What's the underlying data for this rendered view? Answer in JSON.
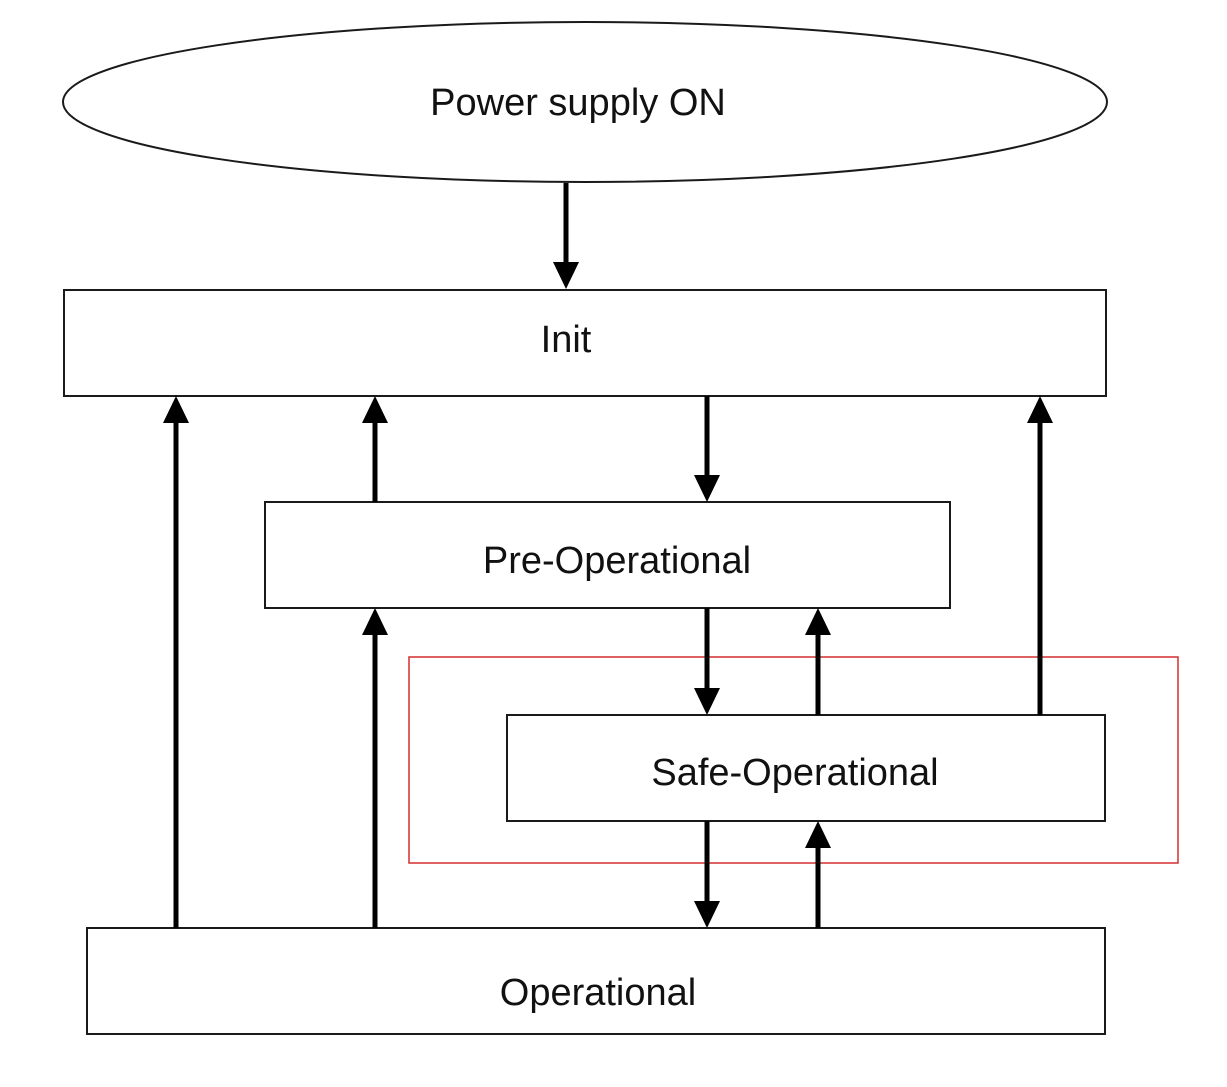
{
  "diagram": {
    "nodes": {
      "power_on": {
        "label": "Power supply ON"
      },
      "init": {
        "label": "Init"
      },
      "pre_operational": {
        "label": "Pre-Operational"
      },
      "safe_operational": {
        "label": "Safe-Operational"
      },
      "operational": {
        "label": "Operational"
      }
    },
    "edges": [
      {
        "from": "Power supply ON",
        "to": "Init"
      },
      {
        "from": "Init",
        "to": "Pre-Operational"
      },
      {
        "from": "Pre-Operational",
        "to": "Init"
      },
      {
        "from": "Pre-Operational",
        "to": "Safe-Operational"
      },
      {
        "from": "Safe-Operational",
        "to": "Pre-Operational"
      },
      {
        "from": "Safe-Operational",
        "to": "Init"
      },
      {
        "from": "Safe-Operational",
        "to": "Operational"
      },
      {
        "from": "Operational",
        "to": "Safe-Operational"
      },
      {
        "from": "Operational",
        "to": "Pre-Operational"
      },
      {
        "from": "Operational",
        "to": "Init"
      }
    ],
    "colors": {
      "highlight": "#d32f2f",
      "stroke": "#000000",
      "background": "#ffffff"
    }
  }
}
